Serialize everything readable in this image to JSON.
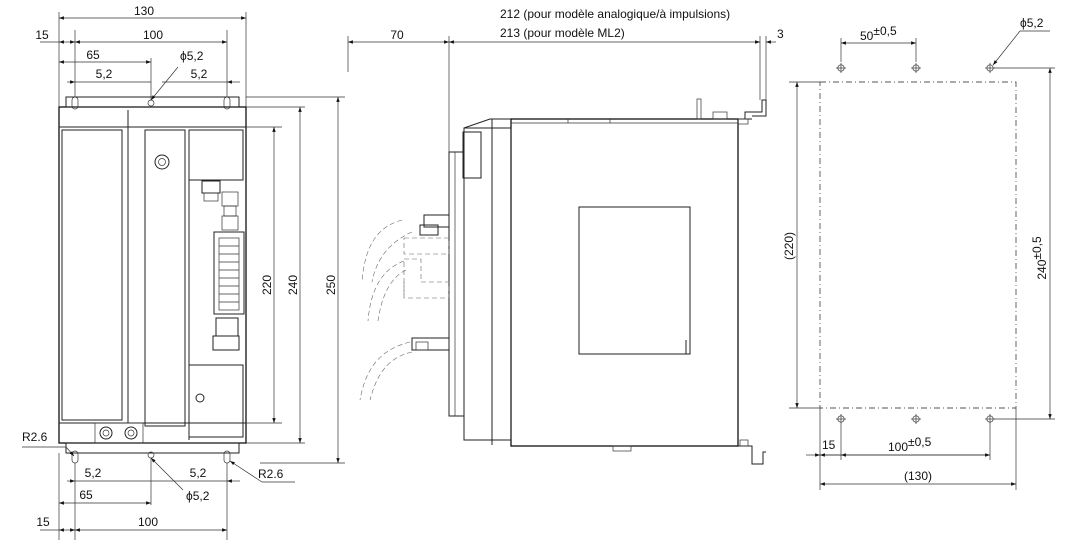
{
  "colors": {
    "line": "#222222",
    "background": "#ffffff"
  },
  "front_view": {
    "dims": {
      "overall_width": "130",
      "left_offset_top": "15",
      "hole_pitch_top": "100",
      "inner_65_top": "65",
      "inner_52_top": "5,2",
      "slot_52_top": "5,2",
      "hole_dia_top": "ϕ5,2",
      "height_220": "220",
      "height_240": "240",
      "height_250": "250",
      "radius_left": "R2.6",
      "radius_right": "R2.6",
      "inner_52_bot": "5,2",
      "slot_52_bot": "5,2",
      "hole_dia_bot": "ϕ5,2",
      "inner_65_bot": "65",
      "left_offset_bot": "15",
      "hole_pitch_bot": "100"
    }
  },
  "side_view": {
    "dims": {
      "depth_analog": "212 (pour modèle analogique/à impulsions)",
      "depth_ml2": "213 (pour modèle ML2)",
      "cable_clearance": "70",
      "rear_3": "3"
    }
  },
  "panel_cutout": {
    "dims": {
      "hole_pitch_top_val": "50",
      "hole_pitch_top_tol": "±0,5",
      "hole_dia": "ϕ5,2",
      "height_ref": "(220)",
      "height_240_val": "240",
      "height_240_tol": "±0,5",
      "offset_15": "15",
      "hole_pitch_bot_val": "100",
      "hole_pitch_bot_tol": "±0,5",
      "width_ref": "(130)"
    }
  }
}
